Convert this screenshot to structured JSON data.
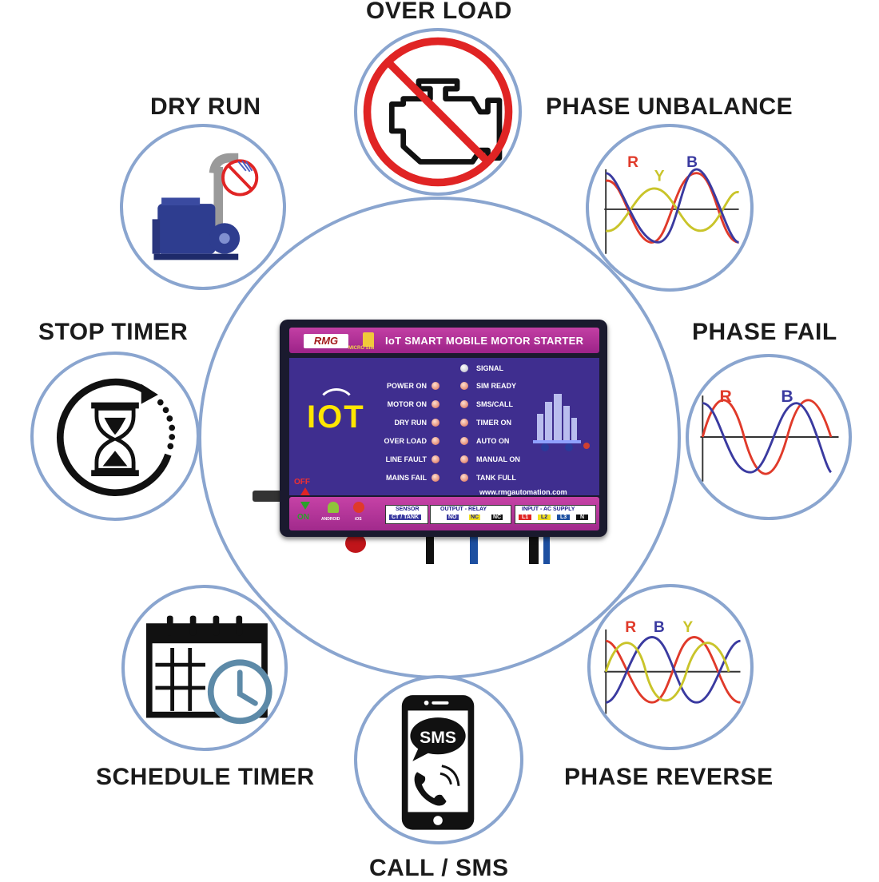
{
  "features": {
    "over_load": "OVER LOAD",
    "dry_run": "DRY RUN",
    "phase_unbalance": "PHASE UNBALANCE",
    "stop_timer": "STOP TIMER",
    "phase_fail": "PHASE FAIL",
    "schedule_timer": "SCHEDULE TIMER",
    "phase_reverse": "PHASE REVERSE",
    "call_sms": "CALL / SMS"
  },
  "phase_letters": {
    "unbalance": [
      "R",
      "Y",
      "B"
    ],
    "fail": [
      "R",
      "B"
    ],
    "reverse": [
      "R",
      "B",
      "Y"
    ]
  },
  "sms_text": "SMS",
  "device": {
    "brand": "RMG",
    "title": "IoT SMART MOBILE MOTOR STARTER",
    "micro_sim": "MICRO SIM",
    "iot_logo": "IOT",
    "left_leds": [
      "POWER ON",
      "MOTOR ON",
      "DRY RUN",
      "OVER LOAD",
      "LINE FAULT",
      "MAINS FAIL"
    ],
    "right_leds": [
      "SIGNAL",
      "SIM READY",
      "SMS/CALL",
      "TIMER ON",
      "AUTO ON",
      "MANUAL ON",
      "TANK FULL"
    ],
    "url": "www.rmgautomation.com",
    "switch_off": "OFF",
    "switch_on": "ON",
    "android": "ANDROID",
    "ios": "iOS",
    "sensor_label": "SENSOR",
    "sensor_value": "CT / TANK",
    "output_label": "OUTPUT - RELAY",
    "output_no": "NO",
    "output_nc1": "NC",
    "output_nc2": "NC",
    "input_label": "INPUT - AC SUPPLY",
    "inputs": [
      "L1",
      "L2",
      "L3",
      "N"
    ]
  },
  "colors": {
    "ring": "#8aa5cf",
    "phase_r": "#e03a2a",
    "phase_y": "#c9c42a",
    "phase_b": "#3a3aa0",
    "device_purple": "#3f2e8f",
    "device_magenta": "#b0339a"
  }
}
